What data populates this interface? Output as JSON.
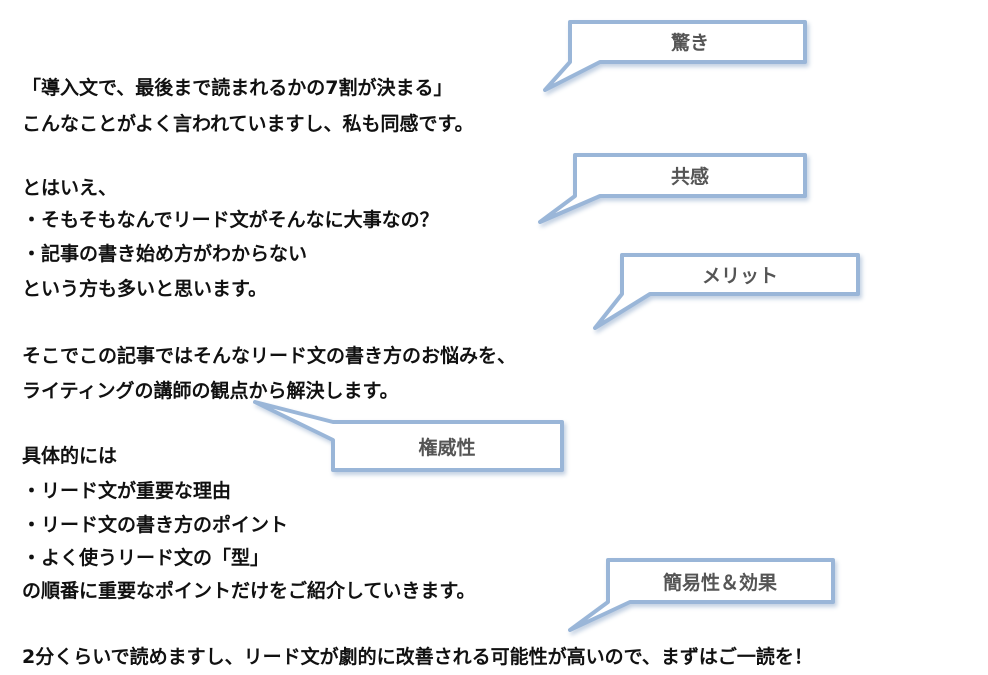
{
  "lines": [
    "「導入文で、最後まで読まれるかの7割が決まる」",
    "こんなことがよく言われていますし、私も同感です。",
    "とはいえ、",
    "・そもそもなんでリード文がそんなに大事なの？",
    "・記事の書き始め方がわからない",
    "という方も多いと思います。",
    "そこでこの記事ではそんなリード文の書き方のお悩みを、",
    "ライティングの講師の観点から解決します。",
    "具体的には",
    "・リード文が重要な理由",
    "・リード文の書き方のポイント",
    "・よく使うリード文の「型」",
    "の順番に重要なポイントだけをご紹介していきます。",
    "2分くらいで読めますし、リード文が劇的に改善される可能性が高いので、まずはご一読を！"
  ],
  "callouts": {
    "surprise": "驚き",
    "empathy": "共感",
    "merit": "メリット",
    "authority": "権威性",
    "ease_effect": "簡易性＆効果"
  },
  "colors": {
    "text": "#111111",
    "callout_border": "#9ab6d8",
    "callout_text": "#555555"
  }
}
